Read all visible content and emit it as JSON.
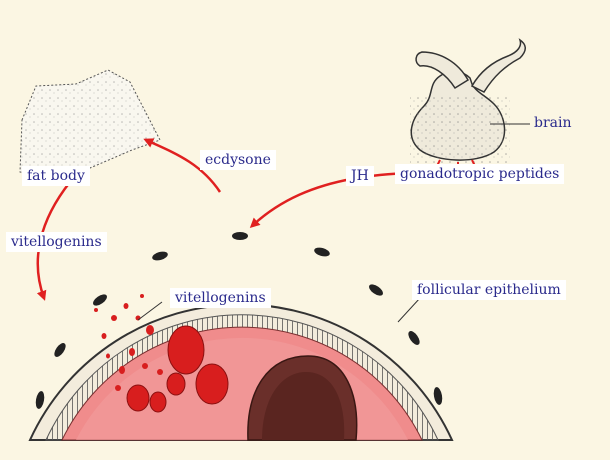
{
  "diagram": {
    "labels": {
      "brain": "brain",
      "gonadotropic_peptides": "gonadotropic peptides",
      "jh": "JH",
      "ecdysone": "ecdysone",
      "fat_body": "fat body",
      "vitellogenins_left": "vitellogenins",
      "vitellogenins_oocyte": "vitellogenins",
      "follicular_epithelium": "follicular epithelium"
    },
    "colors": {
      "background": "#fbf6e3",
      "arrow": "#e02020",
      "oocyte": "#f08c8c",
      "yolk": "#d81e1e",
      "nucleus": "#6a2f2a",
      "label_text": "#2a2a8c"
    }
  }
}
